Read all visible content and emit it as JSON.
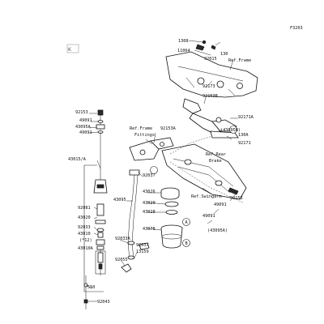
{
  "diagram_code": "F3203",
  "callouts": {
    "c1308": "1308",
    "c130": "130",
    "c11064": "11064",
    "c92015": "92015",
    "ref_frame_top": "Ref.Frame",
    "c92173": "92173",
    "c92153b": "92153B",
    "c92153": "92153",
    "c49091_a": "49091",
    "c43095a_top": "43095A",
    "c49091_b": "49091",
    "ref_frame_fittings_1": "Ref.Frame",
    "ref_frame_fittings_2": "Fittings",
    "c92153a": "92153A",
    "c92171a": "92171A",
    "c43095b_paren": "(43095B)",
    "c130a": "130A",
    "c92171": "92171",
    "ref_rear_brake_1": "Ref.Rear",
    "ref_rear_brake_2": "Brake",
    "c43015a": "43015/A",
    "c92037_top": "92037",
    "c43026": "43026",
    "c43095": "43095",
    "c43029": "43029",
    "c43028": "43028",
    "c92081": "92081",
    "c43020": "43020",
    "c43078": "43078",
    "c92033": "92033",
    "c43010": "43010",
    "c92033a": "92033A",
    "c92037_bot": "92037",
    "c13159": "13159",
    "c12_paren": "(*12)",
    "c43010a": "43010A",
    "c92055": "92055",
    "c550": "550",
    "c92043": "92043",
    "ref_swingarm": "Ref.Swingarm",
    "c92153_r": "92153",
    "c49091_r": "49091",
    "c49091_r2": "49091",
    "c43095a_r": "(43095A)",
    "circle_a": "A",
    "circle_b": "B"
  }
}
